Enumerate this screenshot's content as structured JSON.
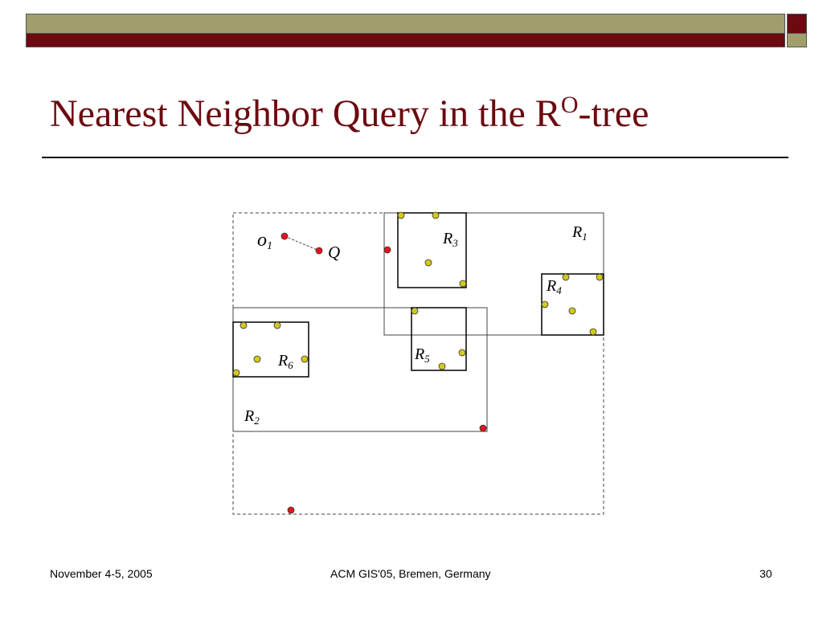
{
  "title": {
    "main": "Nearest Neighbor Query in the R",
    "sup": "O",
    "suffix": "-tree"
  },
  "footer": {
    "date": "November 4-5, 2005",
    "venue": "ACM GIS'05, Bremen, Germany",
    "page": "30"
  },
  "diagram": {
    "labels": {
      "R1": {
        "base": "R",
        "sub": "1"
      },
      "R2": {
        "base": "R",
        "sub": "2"
      },
      "R3": {
        "base": "R",
        "sub": "3"
      },
      "R4": {
        "base": "R",
        "sub": "4"
      },
      "R5": {
        "base": "R",
        "sub": "5"
      },
      "R6": {
        "base": "R",
        "sub": "6"
      },
      "o1": {
        "base": "o",
        "sub": "1"
      },
      "Q": "Q"
    },
    "colors": {
      "red_point": "#e8141c",
      "yellow_point": "#d4c81c",
      "title": "#6b0a10",
      "olive": "#a09e6c",
      "maroon": "#6b0a10"
    }
  }
}
